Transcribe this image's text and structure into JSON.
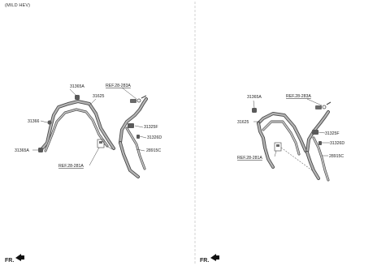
{
  "caption": "(MILD HEV)",
  "left": {
    "labels": {
      "p31365a_top": "31365A",
      "p31625": "31625",
      "p31366": "31366",
      "p31365a_bot": "31365A",
      "ref283": "REF.28-283A",
      "p31325f": "31325F",
      "p31326d": "31326D",
      "p28915c": "28915C",
      "ref281": "REF.28-281A"
    },
    "fr": "FR."
  },
  "right": {
    "labels": {
      "p31365a": "31365A",
      "p31625": "31625",
      "ref283": "REF.28-283A",
      "p31325f": "31325F",
      "p31326d": "31326D",
      "ref281": "REF.28-281A",
      "p28915c": "28915C"
    },
    "fr": "FR."
  },
  "colors": {
    "tube": "#8a8a8a",
    "tube_edge": "#4a4a4a",
    "part": "#5a5a5a",
    "divider": "#bdbdbd"
  }
}
